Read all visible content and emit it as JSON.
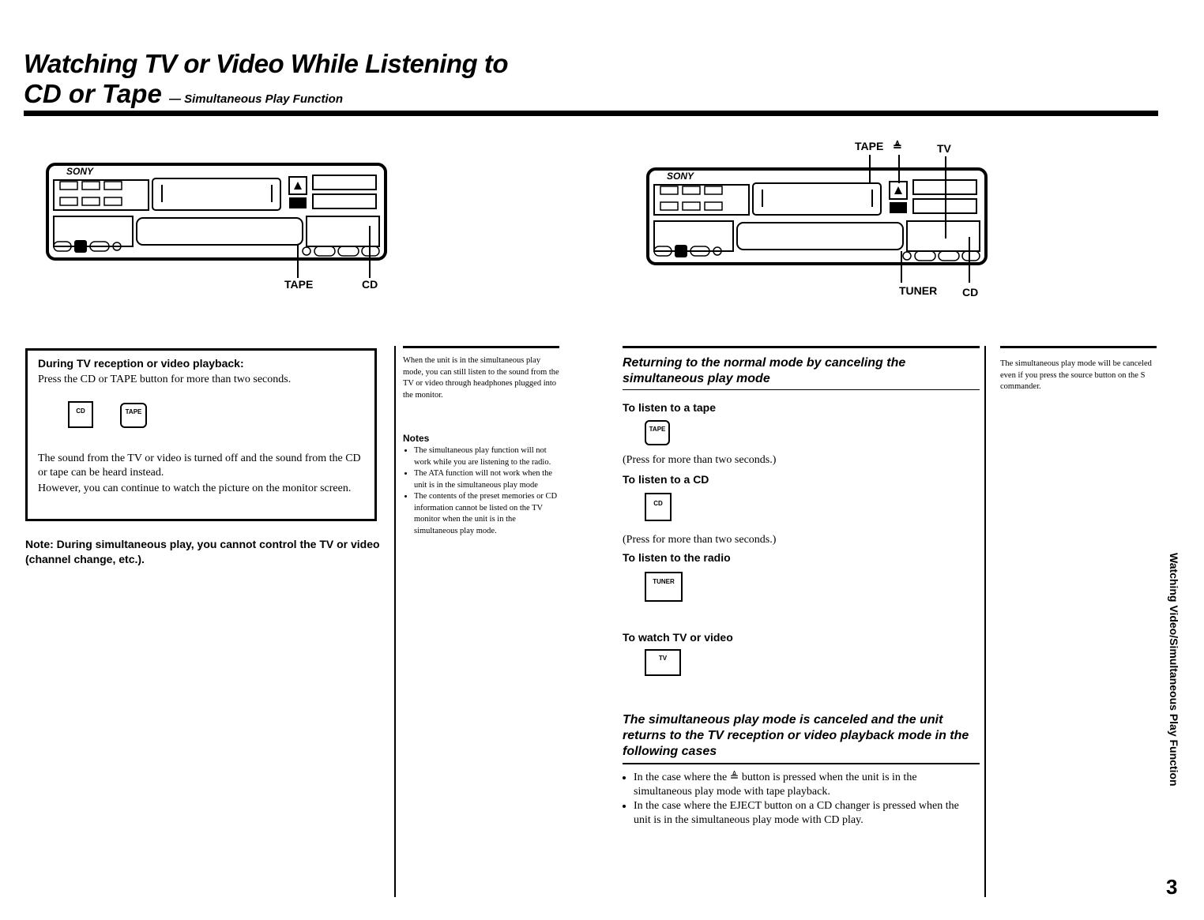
{
  "title": {
    "line1": "Watching TV or Video While Listening to",
    "line2": "CD or Tape",
    "subtitle": "— Simultaneous Play Function"
  },
  "device_left": {
    "brand": "SONY",
    "labels": {
      "tape": "TAPE",
      "cd": "CD"
    }
  },
  "device_right": {
    "brand": "SONY",
    "labels": {
      "tape": "TAPE",
      "eject": "≜",
      "tv": "TV",
      "tuner": "TUNER",
      "cd": "CD"
    }
  },
  "boxed": {
    "heading": "During TV reception or video playback:",
    "instruction": "Press the CD or TAPE button for more than two seconds.",
    "key_cd": "CD",
    "key_tape": "TAPE",
    "para1": "The sound from the TV or video is turned off and the sound from the CD or tape can be heard instead.",
    "para2": "However, you can continue to watch the picture on the monitor screen."
  },
  "note": {
    "label": "Note:",
    "text": "During simultaneous play, you cannot control the TV or video (channel change, etc.)."
  },
  "middle_col": {
    "intro": "When the unit is in the simultaneous play mode, you can still listen to the sound from the TV or video through headphones plugged into the monitor.",
    "notes_heading": "Notes",
    "notes": [
      "The simultaneous play function will not work while you are listening to the radio.",
      "The ATA function will not work when the unit is in the simultaneous play mode",
      "The contents of the preset memories or CD information cannot be listed on the TV monitor when the unit is in the simultaneous play mode."
    ]
  },
  "returning": {
    "heading": "Returning to the normal mode by canceling the simultaneous play mode",
    "tape_h": "To listen to a tape",
    "tape_key": "TAPE",
    "tape_press": "(Press for more than two seconds.)",
    "cd_h": "To listen to a CD",
    "cd_key": "CD",
    "cd_press": "(Press for more than two seconds.)",
    "radio_h": "To listen to the radio",
    "radio_key": "TUNER",
    "tv_h": "To watch TV or video",
    "tv_key": "TV"
  },
  "canceled": {
    "heading": "The simultaneous play mode is canceled and the unit returns to the TV reception or video playback mode in the following cases",
    "bullets": [
      "In the case where the ≜ button is pressed when the unit is in the simultaneous play mode with tape playback.",
      "In the case where the EJECT button on a CD changer is pressed when the unit is in the simultaneous play mode with CD play."
    ]
  },
  "right_col": {
    "text": "The simultaneous play mode will be canceled even if you press the source button on the S commander."
  },
  "side_tab": "Watching Video/Simultaneous Play Function",
  "page_number": "3"
}
